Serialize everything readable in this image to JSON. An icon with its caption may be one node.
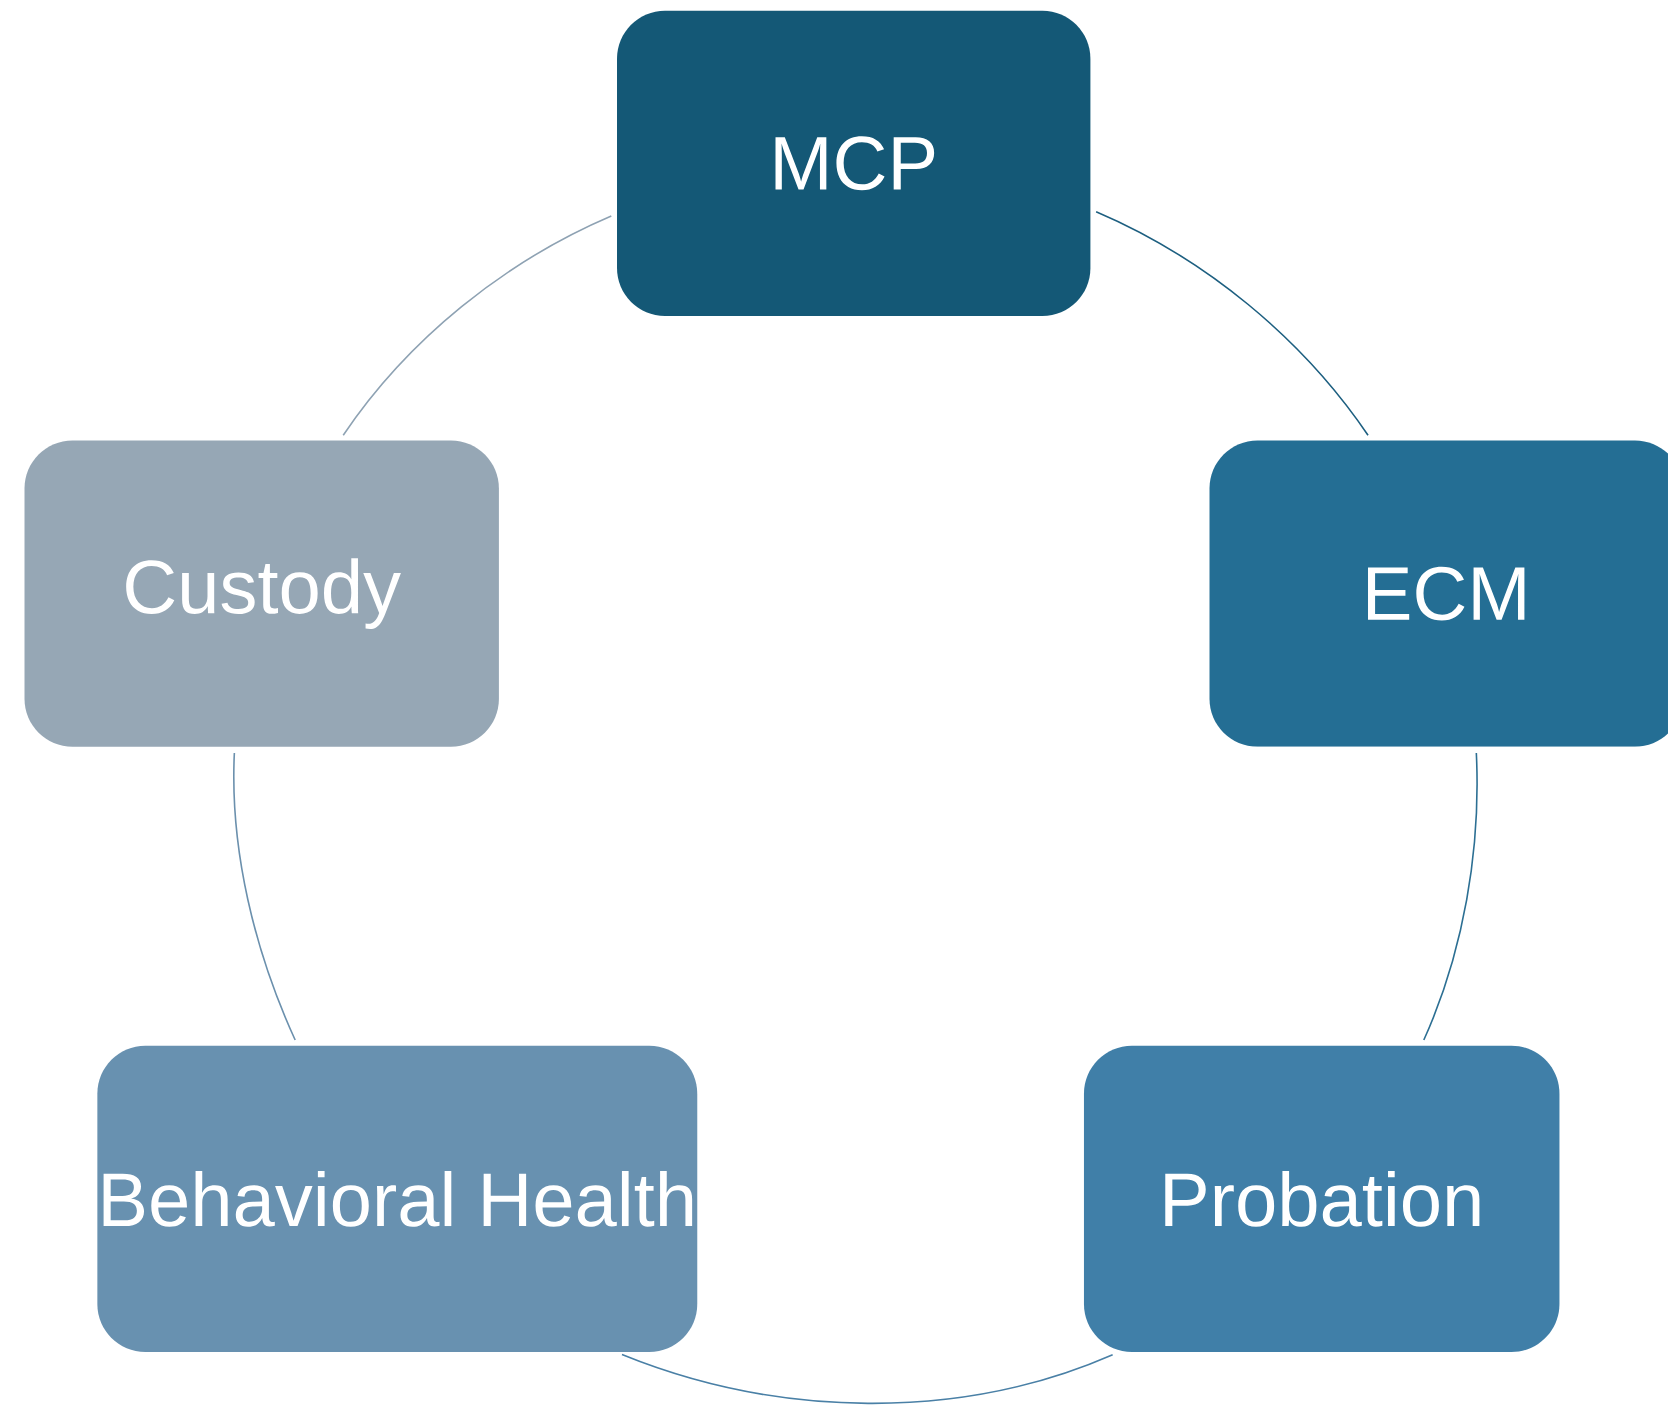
{
  "diagram": {
    "nodes": [
      {
        "text": [
          "MCP"
        ]
      },
      {
        "text": [
          "ECM"
        ]
      },
      {
        "text": [
          "Probation"
        ]
      },
      {
        "text": [
          "Behavioral Health"
        ]
      },
      {
        "text": [
          "Custody"
        ]
      }
    ],
    "edges": [
      {
        "from": 0,
        "to": 1,
        "arrow": "none",
        "color": "#1d5f80"
      },
      {
        "from": 1,
        "to": 2,
        "arrow": "none",
        "color": "#2c6f93"
      },
      {
        "from": 2,
        "to": 3,
        "arrow": "none",
        "color": "#4a80a6"
      },
      {
        "from": 3,
        "to": 4,
        "arrow": "none",
        "color": "#6b90ad"
      },
      {
        "from": 4,
        "to": 0,
        "arrow": "none",
        "color": "#8ea2b3"
      }
    ]
  }
}
